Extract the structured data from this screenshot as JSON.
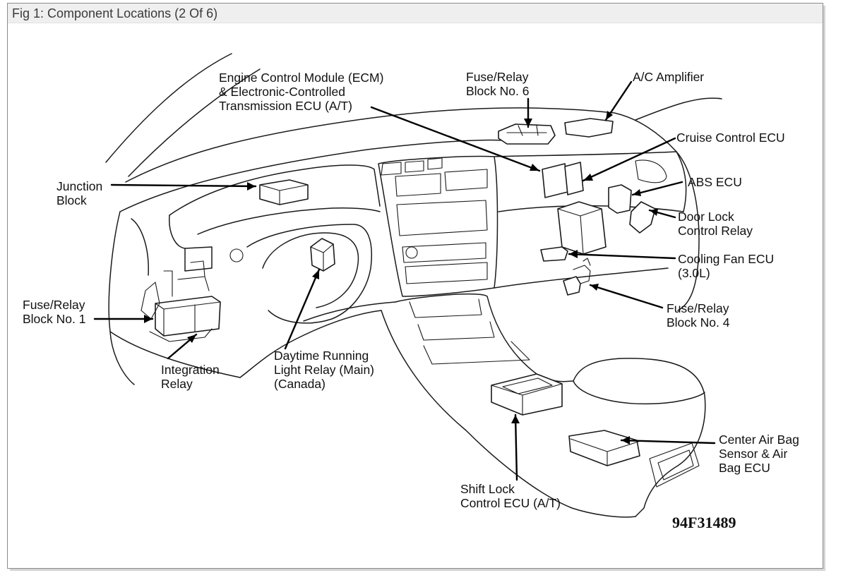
{
  "window": {
    "title": "Fig 1: Component Locations (2 Of 6)"
  },
  "labels": {
    "ecm": [
      "Engine Control Module (ECM)",
      "& Electronic-Controlled",
      "Transmission ECU (A/T)"
    ],
    "fuse6": [
      "Fuse/Relay",
      "Block No. 6"
    ],
    "ac": [
      "A/C Amplifier"
    ],
    "cruise": [
      "Cruise Control ECU"
    ],
    "abs": [
      "ABS ECU"
    ],
    "doorlock": [
      "Door Lock",
      "Control Relay"
    ],
    "coolfan": [
      "Cooling Fan ECU",
      "(3.0L)"
    ],
    "fuse4": [
      "Fuse/Relay",
      "Block No. 4"
    ],
    "junction": [
      "Junction",
      "Block"
    ],
    "fuse1": [
      "Fuse/Relay",
      "Block No. 1"
    ],
    "integration": [
      "Integration",
      "Relay"
    ],
    "drl": [
      "Daytime Running",
      "Light Relay (Main)",
      "(Canada)"
    ],
    "airbag": [
      "Center Air Bag",
      "Sensor & Air",
      "Bag ECU"
    ],
    "shiftlock": [
      "Shift Lock",
      "Control ECU (A/T)"
    ]
  },
  "figure_code": "94F31489",
  "colors": {
    "line": "#1a1a1a",
    "titlebar": "#efefef",
    "border": "#8c8c8c"
  }
}
